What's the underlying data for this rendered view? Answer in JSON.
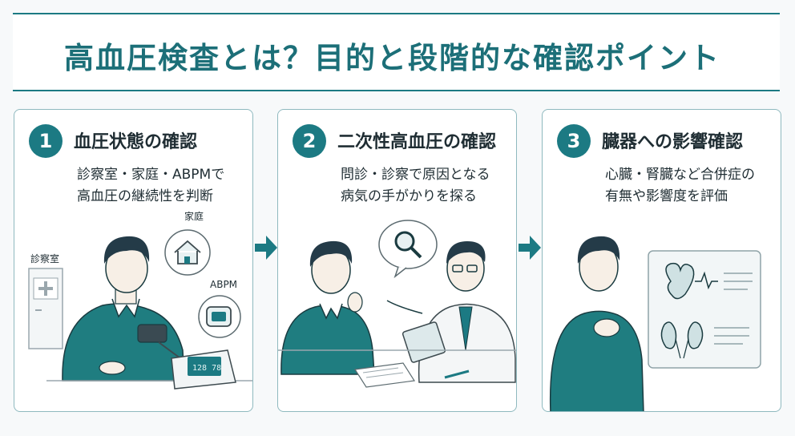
{
  "title": "高血圧検査とは？目的と段階的な確認ポイント",
  "steps": [
    {
      "number": "1",
      "heading": "血圧状態の確認",
      "desc": [
        "診察室・家庭・ABPMで",
        "高血圧の継続性を判断"
      ],
      "labels": {
        "clinic": "診察室",
        "home": "家庭",
        "abpm": "ABPM",
        "monitor": "128 78"
      }
    },
    {
      "number": "2",
      "heading": "二次性高血圧の確認",
      "desc": [
        "問診・診察で原因となる",
        "病気の手がかりを探る"
      ]
    },
    {
      "number": "3",
      "heading": "臓器への影響確認",
      "desc": [
        "心臓・腎臓など合併症の",
        "有無や影響度を評価"
      ]
    }
  ],
  "colors": {
    "accent": "#1c7a83",
    "teal_shirt": "#1f7d80",
    "border": "#8fb9bf"
  }
}
